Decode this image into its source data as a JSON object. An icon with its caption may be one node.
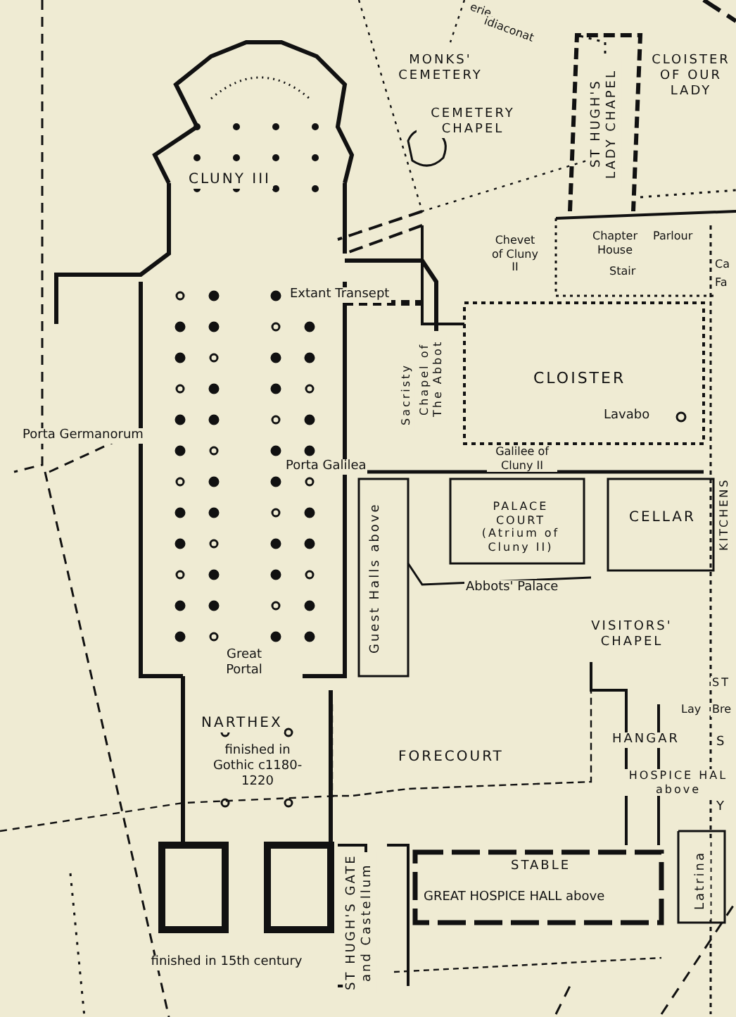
{
  "diagram": {
    "labels": [
      "erie,",
      "idiaconat",
      "MONKS' CEMETERY",
      "CEMETERY CHAPEL",
      "ST HUGH'S LADY CHAPEL",
      "CLOISTER OF OUR LADY",
      "CLUNY III",
      "Chevet of Cluny II",
      "Chapter House",
      "Parlour",
      "Stair",
      "Ca",
      "Fa",
      "Extant Transept",
      "Chapel of The Abbot",
      "Sacristy",
      "CLOISTER",
      "Lavabo",
      "Porta Germanorum",
      "Porta Galilea",
      "Galilee of Cluny II",
      "PALACE COURT (Atrium of Cluny II)",
      "CELLAR",
      "KITCHENS",
      "Guest Halls above",
      "Abbots' Palace",
      "VISITORS' CHAPEL",
      "Great Portal",
      "Lay",
      "Bre",
      "ST",
      "NARTHEX",
      "finished in Gothic c1180-1220",
      "HANGAR",
      "FORECOURT",
      "HOSPICE HAL above",
      "S",
      "Y",
      "STABLE",
      "GREAT HOSPICE HALL above",
      "Latrina",
      "ST HUGH'S GATE and Castellum",
      "finished in 15th century"
    ]
  }
}
